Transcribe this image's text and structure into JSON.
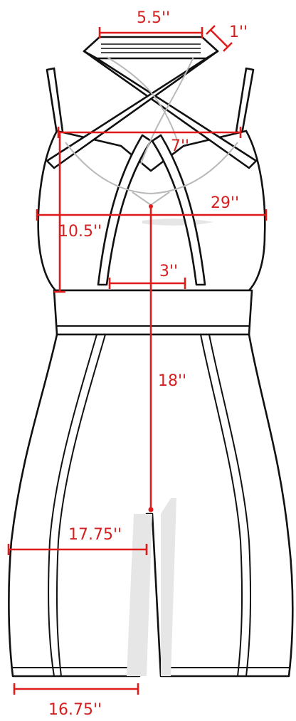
{
  "diagram": {
    "measurements": {
      "neck_width": "5.5''",
      "strap_width": "1''",
      "bust_width": "7''",
      "hip_circumference": "29''",
      "bodice_length": "10.5''",
      "band_width": "3''",
      "skirt_length": "18''",
      "thigh_width": "17.75''",
      "hem_width": "16.75''"
    },
    "colors": {
      "measure_line": "#e01b1b",
      "outline": "#111111",
      "inner_ghost": "#b9b9b9",
      "shading": "#e6e6e6"
    }
  }
}
